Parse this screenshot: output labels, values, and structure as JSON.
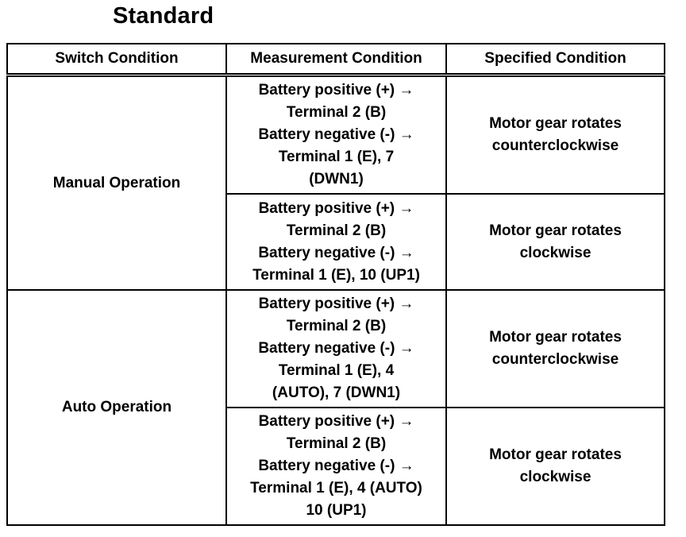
{
  "title": "Standard",
  "headers": {
    "switch": "Switch Condition",
    "measurement": "Measurement Condition",
    "specified": "Specified Condition"
  },
  "rows": [
    {
      "switch": "Manual Operation",
      "cases": [
        {
          "measurement": [
            "Battery positive (+) →",
            "Terminal 2 (B)",
            "Battery negative (-) →",
            "Terminal 1 (E), 7",
            "(DWN1)"
          ],
          "specified": [
            "Motor gear rotates",
            "counterclockwise"
          ]
        },
        {
          "measurement": [
            "Battery positive (+) →",
            "Terminal 2 (B)",
            "Battery negative (-) →",
            "Terminal 1 (E), 10 (UP1)"
          ],
          "specified": [
            "Motor gear rotates",
            "clockwise"
          ]
        }
      ]
    },
    {
      "switch": "Auto Operation",
      "cases": [
        {
          "measurement": [
            "Battery positive (+) →",
            "Terminal 2 (B)",
            "Battery negative (-) →",
            "Terminal 1 (E), 4",
            "(AUTO), 7 (DWN1)"
          ],
          "specified": [
            "Motor gear rotates",
            "counterclockwise"
          ]
        },
        {
          "measurement": [
            "Battery positive (+) →",
            "Terminal 2 (B)",
            "Battery negative (-) →",
            "Terminal 1 (E), 4 (AUTO)",
            "10 (UP1)"
          ],
          "specified": [
            "Motor gear rotates",
            "clockwise"
          ]
        }
      ]
    }
  ]
}
